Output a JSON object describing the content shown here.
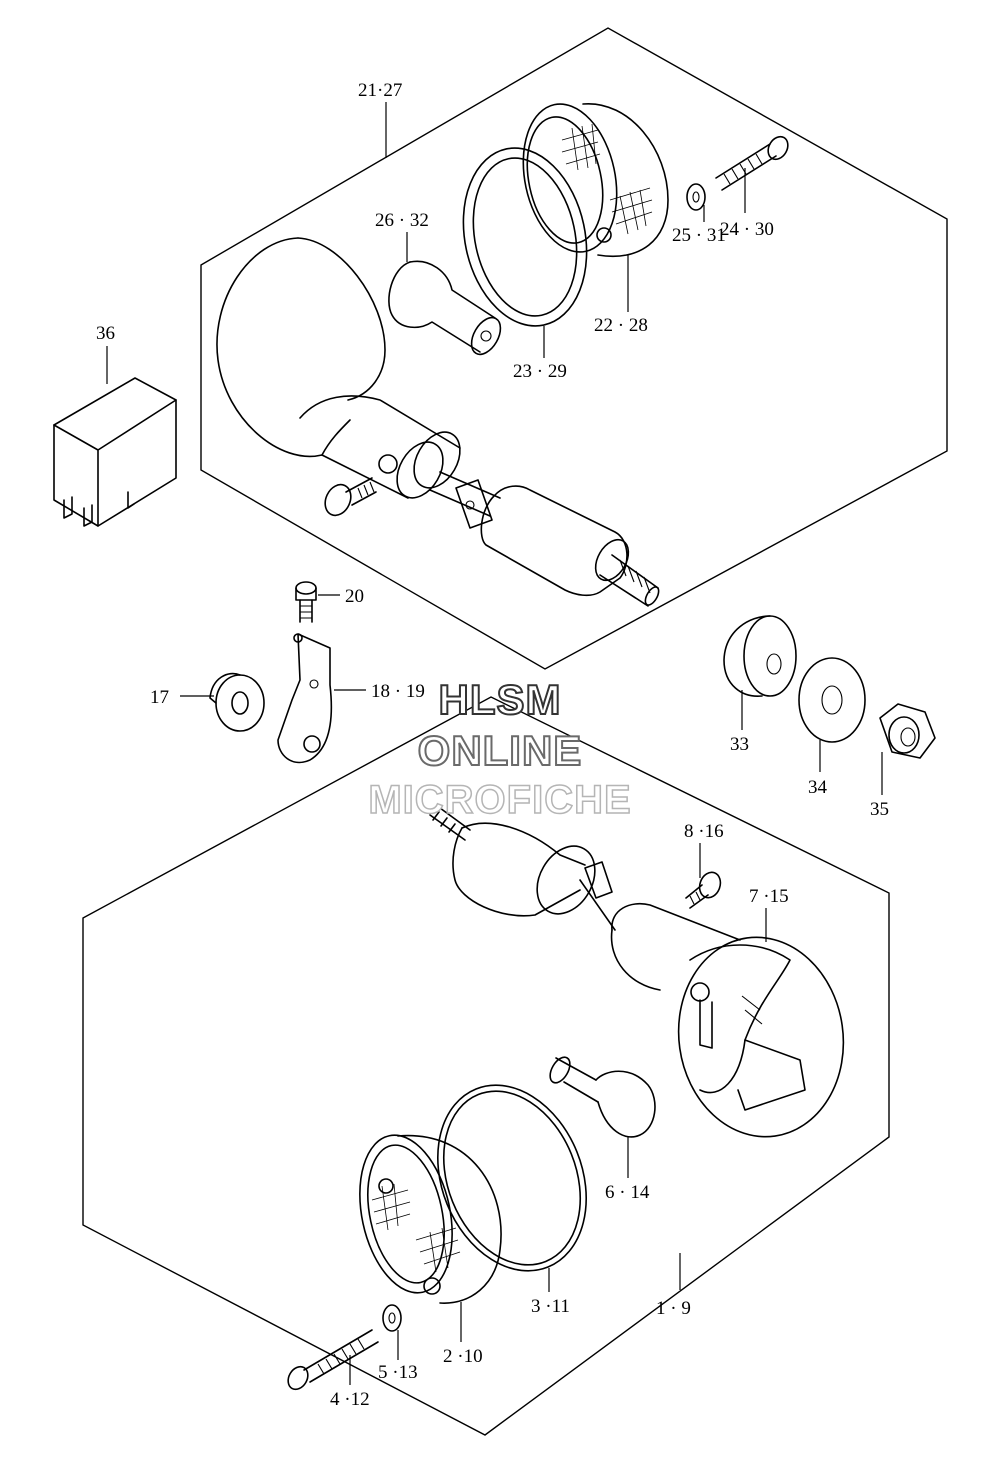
{
  "callouts": {
    "c21_27": "21·27",
    "c26_32": "26 · 32",
    "c24_30": "24 · 30",
    "c25_31": "25 · 31",
    "c22_28": "22 · 28",
    "c23_29": "23 · 29",
    "c36": "36",
    "c20": "20",
    "c17": "17",
    "c18_19": "18 · 19",
    "c33": "33",
    "c34": "34",
    "c35": "35",
    "c8_16": "8 ·16",
    "c7_15": "7 ·15",
    "c6_14": "6 · 14",
    "c3_11": "3 ·11",
    "c1_9": "1  ·  9",
    "c2_10": "2 ·10",
    "c5_13": "5 ·13",
    "c4_12": "4 ·12"
  },
  "watermark": {
    "line1": "HLSM",
    "line2": "ONLINE",
    "line3": "MICROFICHE"
  }
}
